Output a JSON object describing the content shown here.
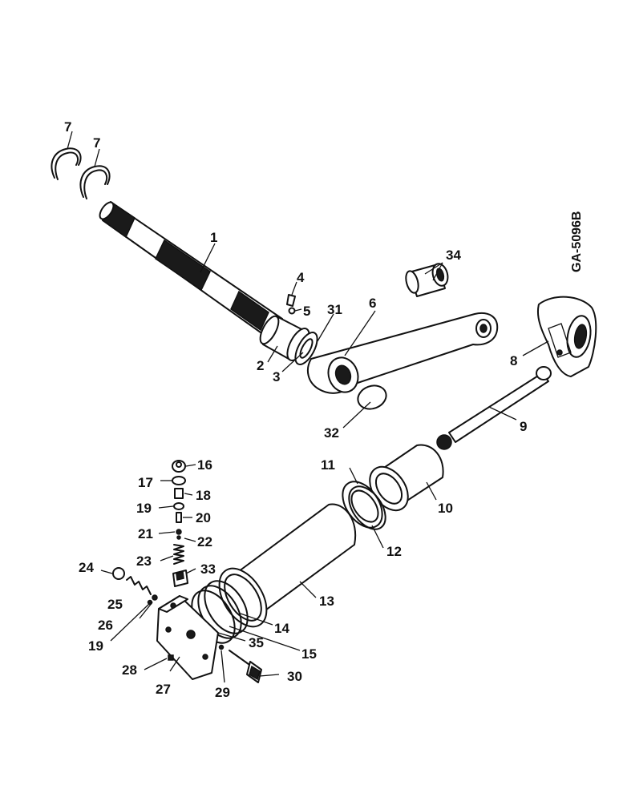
{
  "drawing_code": "GA-5096B",
  "callouts": [
    {
      "id": "c1",
      "text": "1"
    },
    {
      "id": "c2",
      "text": "2"
    },
    {
      "id": "c3",
      "text": "3"
    },
    {
      "id": "c4",
      "text": "4"
    },
    {
      "id": "c5",
      "text": "5"
    },
    {
      "id": "c6",
      "text": "6"
    },
    {
      "id": "c7a",
      "text": "7"
    },
    {
      "id": "c7b",
      "text": "7"
    },
    {
      "id": "c8",
      "text": "8"
    },
    {
      "id": "c9",
      "text": "9"
    },
    {
      "id": "c10",
      "text": "10"
    },
    {
      "id": "c11",
      "text": "11"
    },
    {
      "id": "c12",
      "text": "12"
    },
    {
      "id": "c13",
      "text": "13"
    },
    {
      "id": "c14",
      "text": "14"
    },
    {
      "id": "c15",
      "text": "15"
    },
    {
      "id": "c16",
      "text": "16"
    },
    {
      "id": "c17",
      "text": "17"
    },
    {
      "id": "c18",
      "text": "18"
    },
    {
      "id": "c19a",
      "text": "19"
    },
    {
      "id": "c19b",
      "text": "19"
    },
    {
      "id": "c20",
      "text": "20"
    },
    {
      "id": "c21",
      "text": "21"
    },
    {
      "id": "c22",
      "text": "22"
    },
    {
      "id": "c23",
      "text": "23"
    },
    {
      "id": "c24",
      "text": "24"
    },
    {
      "id": "c25",
      "text": "25"
    },
    {
      "id": "c26",
      "text": "26"
    },
    {
      "id": "c27",
      "text": "27"
    },
    {
      "id": "c28",
      "text": "28"
    },
    {
      "id": "c29",
      "text": "29"
    },
    {
      "id": "c30",
      "text": "30"
    },
    {
      "id": "c31",
      "text": "31"
    },
    {
      "id": "c32",
      "text": "32"
    },
    {
      "id": "c33",
      "text": "33"
    },
    {
      "id": "c34",
      "text": "34"
    },
    {
      "id": "c35",
      "text": "35"
    }
  ]
}
